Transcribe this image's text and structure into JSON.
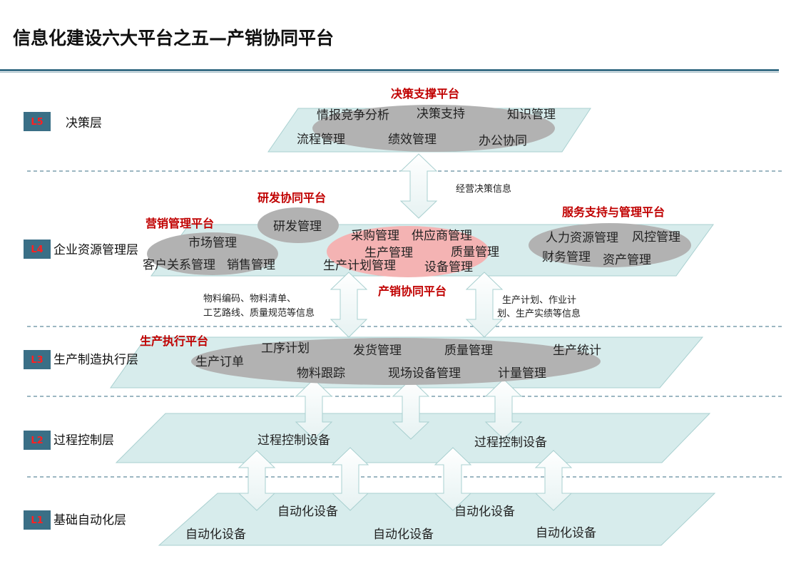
{
  "title": "信息化建设六大平台之五—产销协同平台",
  "layers": [
    {
      "badge": "L5",
      "label": "决策层"
    },
    {
      "badge": "L4",
      "label": "企业资源管理层"
    },
    {
      "badge": "L3",
      "label": "生产制造执行层"
    },
    {
      "badge": "L2",
      "label": "过程控制层"
    },
    {
      "badge": "L1",
      "label": "基础自动化层"
    }
  ],
  "platforms": {
    "decision": "决策支撑平台",
    "rnd": "研发协同平台",
    "marketing": "营销管理平台",
    "service": "服务支持与管理平台",
    "prodsales": "产销协同平台",
    "execution": "生产执行平台"
  },
  "l5_items": [
    "情报竞争分析",
    "决策支持",
    "知识管理",
    "流程管理",
    "绩效管理",
    "办公协同"
  ],
  "rnd_items": [
    "研发管理"
  ],
  "marketing_items": [
    "市场管理",
    "客户关系管理",
    "销售管理"
  ],
  "prodsales_items": [
    "采购管理",
    "供应商管理",
    "生产管理",
    "质量管理",
    "生产计划管理",
    "设备管理"
  ],
  "service_items": [
    "人力资源管理",
    "风控管理",
    "财务管理",
    "资产管理"
  ],
  "l3_items": [
    "工序计划",
    "发货管理",
    "质量管理",
    "生产统计",
    "生产订单",
    "物料跟踪",
    "现场设备管理",
    "计量管理"
  ],
  "l2_items": [
    "过程控制设备",
    "过程控制设备"
  ],
  "l1_items": [
    "自动化设备",
    "自动化设备",
    "自动化设备",
    "自动化设备",
    "自动化设备"
  ],
  "flows": {
    "l5_l4": "经营决策信息",
    "l4_l3_left": [
      "物料编码、物料清单、",
      "工艺路线、质量规范等信息"
    ],
    "l4_l3_right": [
      "生产计划、作业计",
      "划、生产实绩等信息"
    ]
  },
  "colors": {
    "badge_bg": "#3a6f86",
    "badge_text": "#ff2020",
    "plane_fill": "#d7ecec",
    "plane_stroke": "#a9d0d0",
    "platform_red": "#c00000",
    "gray_ellipse": "#b2b2b2",
    "pink_ellipse": "#f4b3b3",
    "divider": "#3a6f86"
  }
}
